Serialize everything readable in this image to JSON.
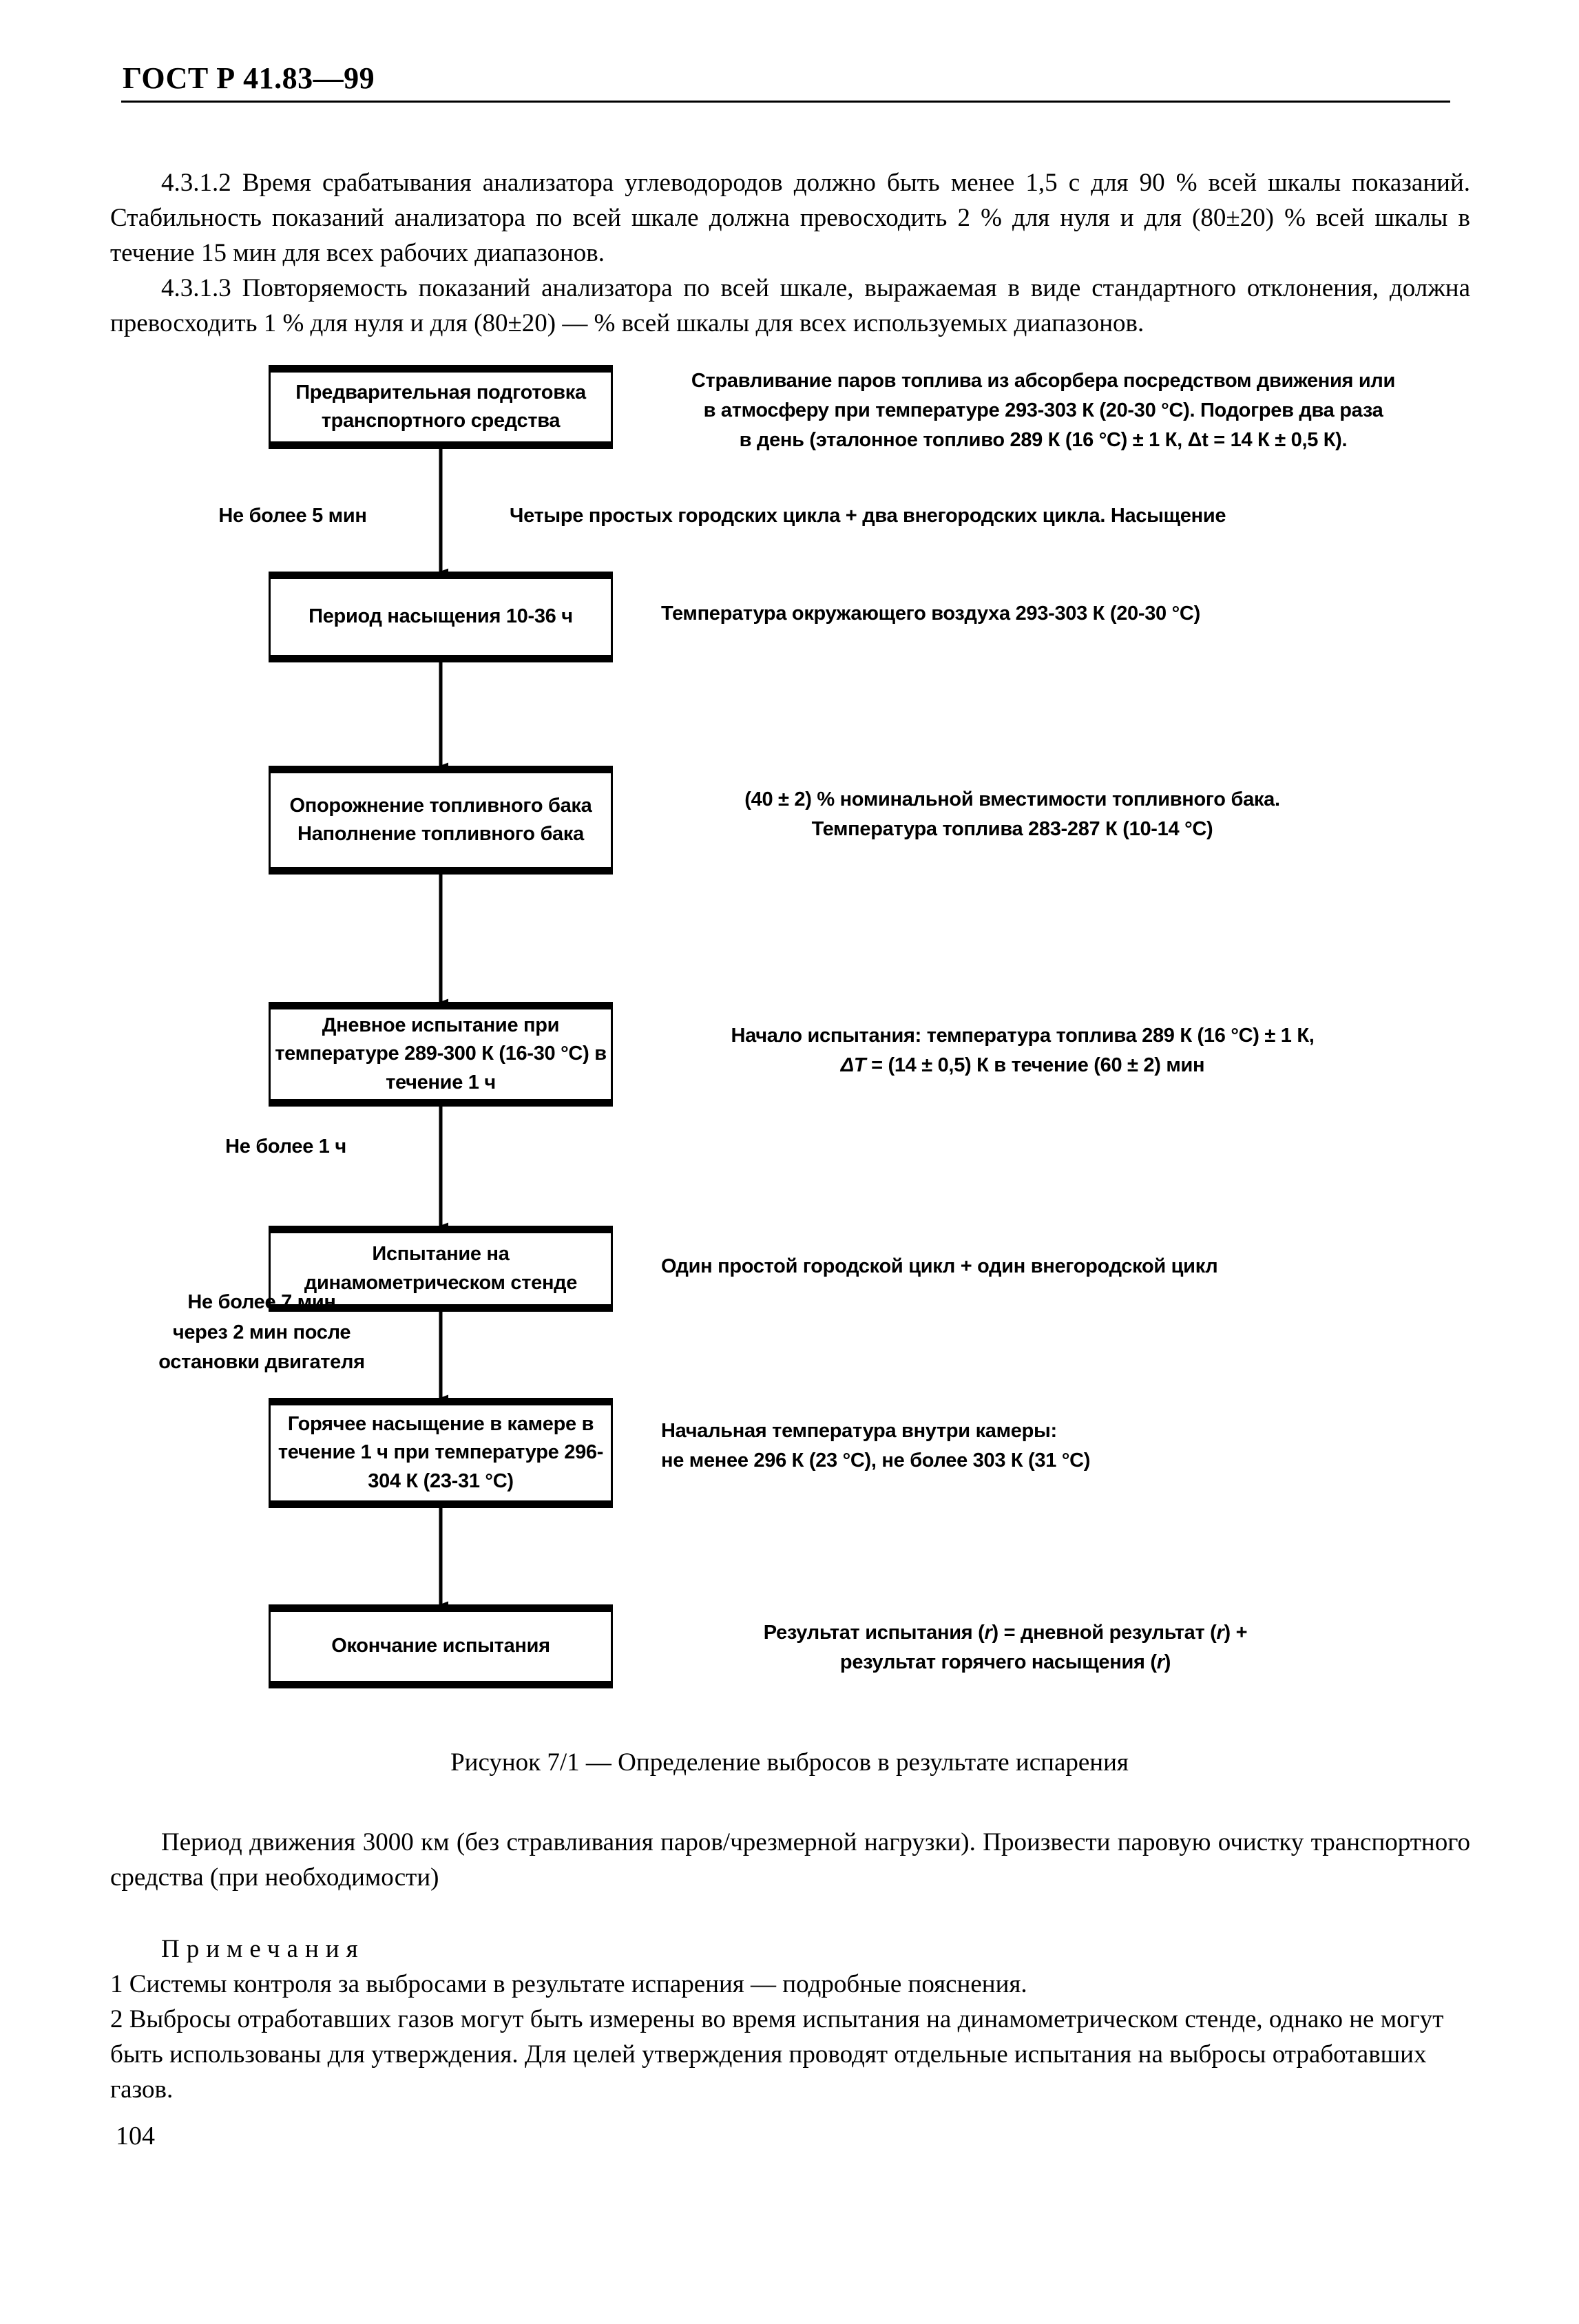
{
  "document": {
    "standard_header": "ГОСТ Р 41.83—99",
    "page_number": "104"
  },
  "body_text": {
    "clause_4312": "4.3.1.2 Время срабатывания анализатора углеводородов должно быть менее 1,5 с для 90 % всей шкалы показаний. Стабильность показаний анализатора по всей шкале должна превосходить 2 % для нуля и для (80±20) % всей шкалы в течение 15 мин для всех рабочих диапазонов.",
    "clause_4313": "4.3.1.3 Повторяемость показаний анализатора по всей шкале, выражаемая в виде стандартного отклонения, должна превосходить 1 % для нуля и для (80±20) — % всей шкалы для всех используемых диапазонов.",
    "after_figure": "Период движения 3000 км (без стравливания паров/чрезмерной нагрузки). Произвести паровую очистку транспортного средства (при необходимости)",
    "notes_title": "Примечания",
    "note_1": "1 Системы контроля за выбросами в результате испарения — подробные пояснения.",
    "note_2": "2 Выбросы отработавших газов могут быть измерены во время испытания на динамометрическом стенде, однако не могут быть использованы для утверждения. Для целей утверждения проводят отдельные испытания на выбросы отработавших газов."
  },
  "figure": {
    "caption": "Рисунок 7/1 — Определение выбросов в результате испарения",
    "boxes": [
      {
        "id": "box-preconditioning",
        "text": "Предварительная\nподготовка транспортного\nсредства"
      },
      {
        "id": "box-soak-period",
        "text": "Период насыщения\n10-36 ч"
      },
      {
        "id": "box-tank-drain-fill",
        "text": "Опорожнение\nтопливного бака\nНаполнение топливного бака"
      },
      {
        "id": "box-diurnal-test",
        "text": "Дневное испытание при\nтемпературе 289-300 К\n(16-30 °С) в течение 1 ч"
      },
      {
        "id": "box-dynamometer-test",
        "text": "Испытание на\nдинамометрическом\nстенде"
      },
      {
        "id": "box-hot-soak",
        "text": "Горячее насыщение в камере\nв течение 1 ч при\nтемпературе 296-304 К\n(23-31 °С)"
      },
      {
        "id": "box-test-end",
        "text": "Окончание испытания"
      }
    ],
    "notes": [
      {
        "id": "note-preconditioning",
        "text": "Стравливание паров топлива из абсорбера посредством движения или\nв атмосферу при температуре 293-303 К (20-30 °С). Подогрев два раза\nв день (эталонное топливо 289 К (16 °С) ± 1 К, Δt = 14 К ± 0,5 К)."
      },
      {
        "id": "note-cycles",
        "text": "Четыре простых городских цикла + два внегородских цикла. Насыщение"
      },
      {
        "id": "note-soak-period",
        "text": "Температура окружающего воздуха 293-303 К (20-30 °С)"
      },
      {
        "id": "note-tank",
        "text": "(40 ± 2) % номинальной вместимости топливного бака.\nТемпература топлива 283-287 К (10-14 °С)"
      },
      {
        "id": "note-diurnal",
        "html": "Начало испытания: температура топлива 289 К (16 °С) ± 1 К,\n<i>ΔT</i> = (14 ± 0,5) К в течение (60 ± 2) мин"
      },
      {
        "id": "note-dynamometer",
        "text": "Один простой городской цикл + один внегородской цикл"
      },
      {
        "id": "note-hot-soak",
        "text": "Начальная температура внутри камеры:\nне менее 296 К (23 °С), не более 303 К (31 °С)"
      },
      {
        "id": "note-result",
        "html": "Результат испытания (<i>r</i>) = дневной результат (<i>r</i>) +\nрезультат горячего насыщения (<i>r</i>)"
      }
    ],
    "edge_labels": [
      {
        "id": "label-max-5-min",
        "text": "Не более 5 мин"
      },
      {
        "id": "label-max-1-hour",
        "text": "Не более 1 ч"
      },
      {
        "id": "label-max-7-min",
        "text": "Не более 7 мин\nчерез 2 мин после\nостановки двигателя"
      }
    ]
  },
  "colors": {
    "ink": "#000000",
    "paper": "#ffffff"
  }
}
